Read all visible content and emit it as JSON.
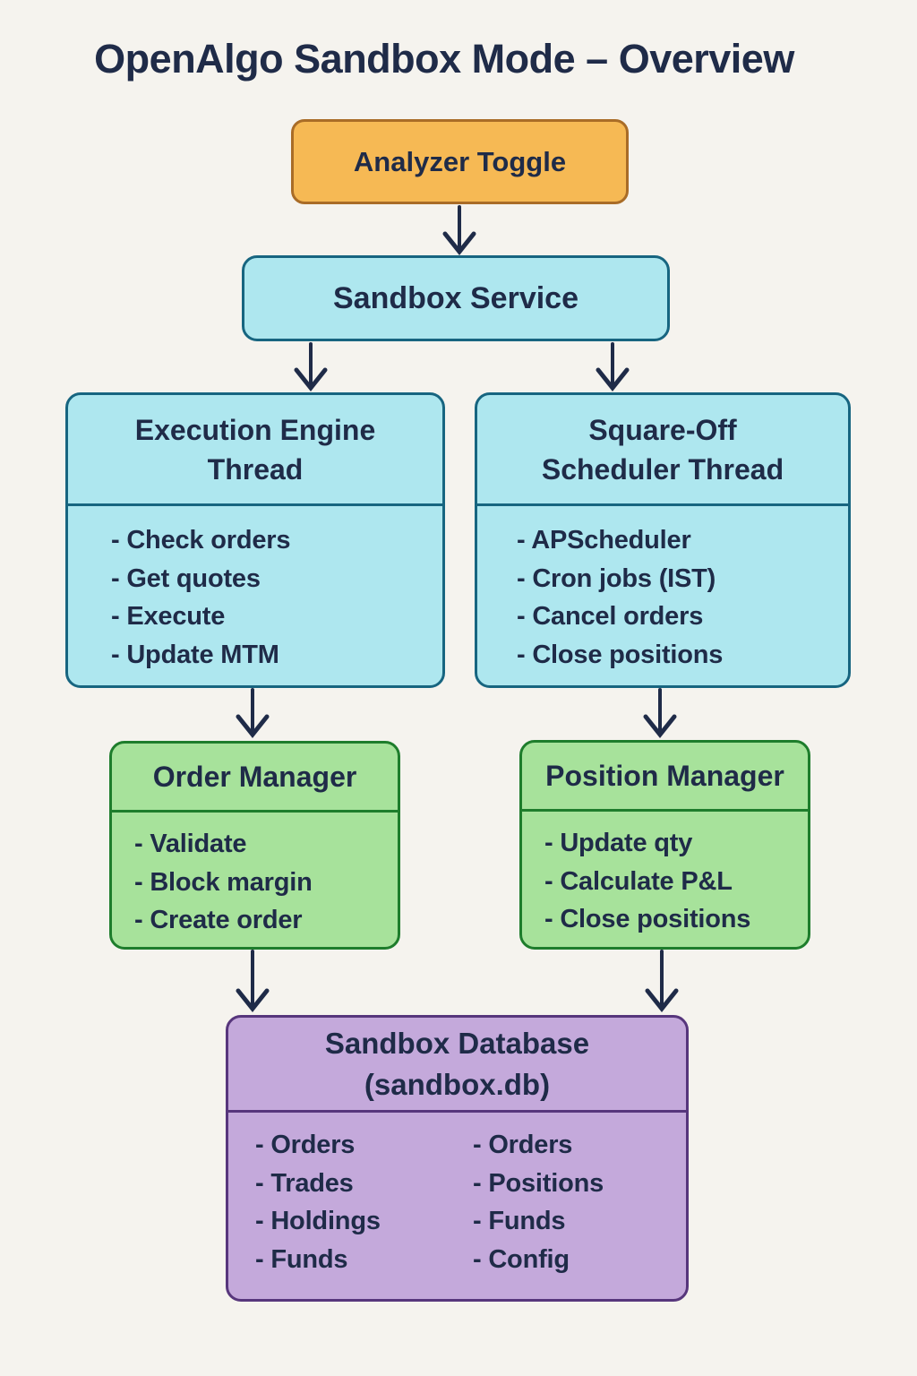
{
  "title": "OpenAlgo Sandbox Mode – Overview",
  "nodes": {
    "analyzer_toggle": {
      "label": "Analyzer Toggle"
    },
    "sandbox_service": {
      "label": "Sandbox Service"
    },
    "execution_engine_thread": {
      "title_line1": "Execution Engine",
      "title_line2": "Thread",
      "items": [
        "- Check orders",
        "- Get quotes",
        "- Execute",
        "- Update MTM"
      ]
    },
    "squareoff_scheduler_thread": {
      "title_line1": "Square-Off",
      "title_line2": "Scheduler Thread",
      "items": [
        "- APScheduler",
        "- Cron jobs (IST)",
        "- Cancel orders",
        "- Close positions"
      ]
    },
    "order_manager": {
      "title": "Order Manager",
      "items": [
        "- Validate",
        "- Block margin",
        "- Create order"
      ]
    },
    "position_manager": {
      "title": "Position Manager",
      "items": [
        "- Update qty",
        "- Calculate P&L",
        "- Close positions"
      ]
    },
    "sandbox_database": {
      "title": "Sandbox Database",
      "subtitle": "(sandbox.db)",
      "left_items": [
        "- Orders",
        "- Trades",
        "- Holdings",
        "- Funds"
      ],
      "right_items": [
        "- Orders",
        "- Positions",
        "- Funds",
        "- Config"
      ]
    }
  },
  "colors": {
    "background": "#F5F3EE",
    "text": "#1F2B48",
    "arrow": "#1F2B48",
    "analyzer_fill": "#F6B954",
    "analyzer_border": "#A96C27",
    "thread_fill": "#AEE7EF",
    "thread_border": "#176580",
    "manager_fill": "#A7E29B",
    "manager_border": "#1E7D2C",
    "database_fill": "#C4A9DB",
    "database_border": "#57367C"
  }
}
